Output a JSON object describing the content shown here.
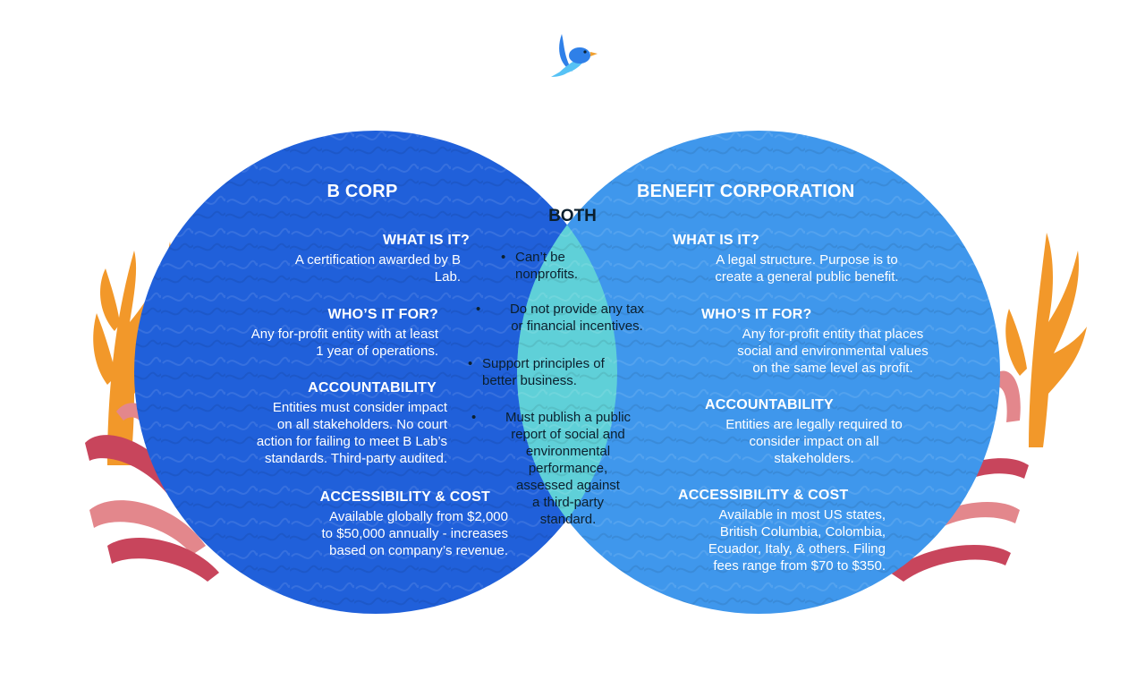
{
  "colors": {
    "left_circle": "#2060da",
    "right_circle": "#3f97ec",
    "overlap": "#5fd0d8",
    "coral_orange": "#f2982a",
    "coral_red": "#c8455c",
    "coral_pink": "#e3878c",
    "bird_blue": "#2f80e8",
    "bird_light": "#56c2f5",
    "bird_beak": "#f0a030"
  },
  "icons": [
    "bird-logo-icon",
    "coral-decoration-icon"
  ],
  "left": {
    "heading": "B CORP",
    "what": {
      "title": "WHAT IS IT?",
      "text": "A certification awarded by B\nLab."
    },
    "who": {
      "title": "WHO’S IT FOR?",
      "text": "Any for-profit entity with at least\n1 year of operations."
    },
    "accountability": {
      "title": "ACCOUNTABILITY",
      "text": "Entities must consider impact\non all stakeholders. No court\naction for failing to meet B Lab’s\nstandards. Third-party audited."
    },
    "cost": {
      "title": "ACCESSIBILITY & COST",
      "text": "Available globally from $2,000\nto $50,000 annually - increases\nbased on company’s revenue."
    }
  },
  "both": {
    "heading": "BOTH",
    "items": [
      "Can’t be\nnonprofits.",
      "Do not provide any tax\nor financial incentives.",
      "Support principles of\nbetter business.",
      "Must publish a public\nreport of social and\nenvironmental\nperformance,\nassessed against\na third-party\nstandard."
    ]
  },
  "right": {
    "heading": "BENEFIT CORPORATION",
    "what": {
      "title": "WHAT IS IT?",
      "text": "A legal structure. Purpose is to\ncreate a general public benefit."
    },
    "who": {
      "title": "WHO’S IT FOR?",
      "text": "Any for-profit entity that places\nsocial and environmental values\non the same level as profit."
    },
    "accountability": {
      "title": "ACCOUNTABILITY",
      "text": "Entities are legally required to\nconsider impact on all\nstakeholders."
    },
    "cost": {
      "title": "ACCESSIBILITY & COST",
      "text": "Available in most US states,\nBritish Columbia, Colombia,\nEcuador, Italy, & others. Filing\nfees range from $70 to $350."
    }
  }
}
